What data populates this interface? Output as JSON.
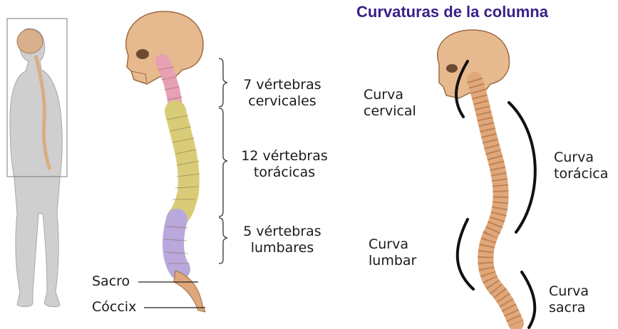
{
  "title": "Curvaturas de la columna",
  "vertebrae_groups": [
    {
      "line1": "7 vértebras",
      "line2": "cervicales",
      "color": "#e8a0b4"
    },
    {
      "line1": "12 vértebras",
      "line2": "torácicas",
      "color": "#d8cc78"
    },
    {
      "line1": "5 vértebras",
      "line2": "lumbares",
      "color": "#b9a8dc"
    }
  ],
  "pointer_labels": {
    "sacro": "Sacro",
    "coccix": "Cóccix"
  },
  "curves": [
    {
      "line1": "Curva",
      "line2": "cervical"
    },
    {
      "line1": "Curva",
      "line2": "torácica"
    },
    {
      "line1": "Curva",
      "line2": "lumbar"
    },
    {
      "line1": "Curva",
      "line2": "sacra"
    }
  ],
  "colors": {
    "bone": "#e0a77a",
    "bone_dark": "#b57a4c",
    "title": "#3a1f86"
  }
}
